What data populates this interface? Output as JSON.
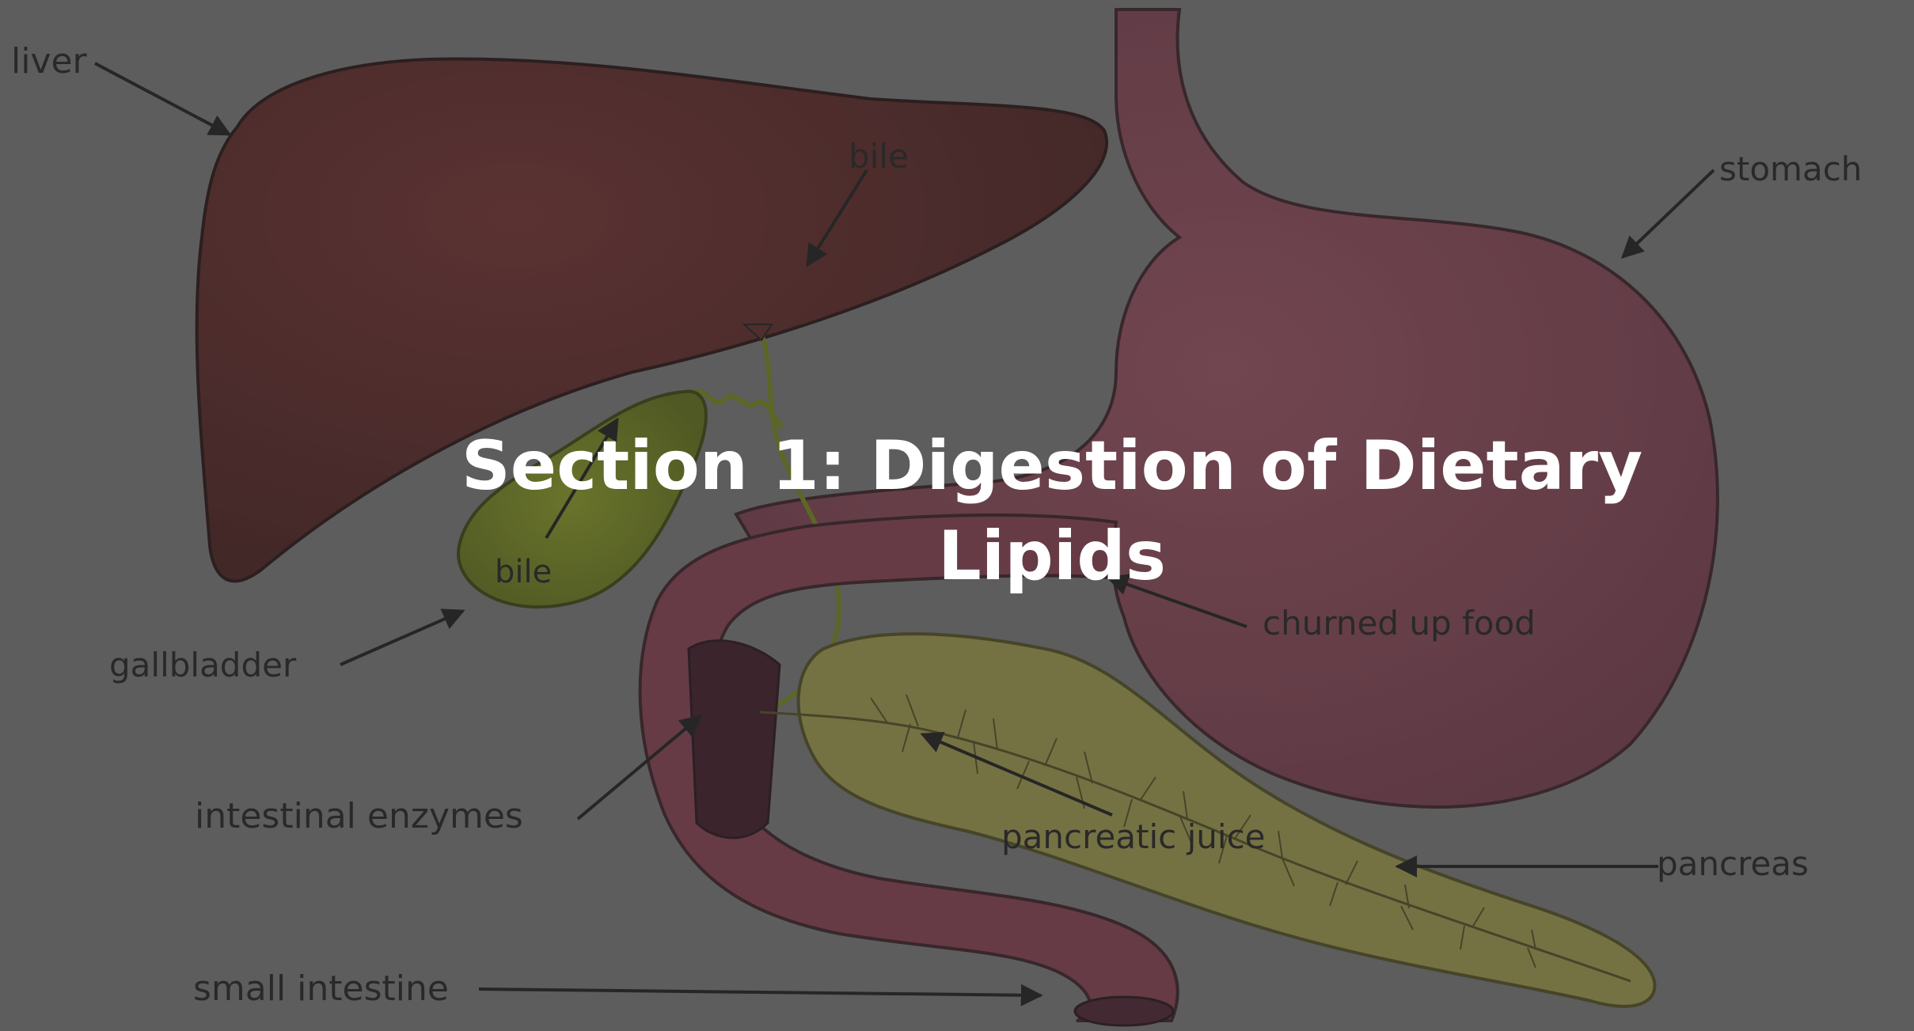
{
  "slide": {
    "title_line1": "Section 1: Digestion of Dietary",
    "title_line2": "Lipids"
  },
  "diagram": {
    "labels": {
      "liver": "liver",
      "bile_top": "bile",
      "bile_gallbladder": "bile",
      "gallbladder": "gallbladder",
      "stomach": "stomach",
      "churned_up_food": "churned up food",
      "intestinal_enzymes": "intestinal enzymes",
      "pancreatic_juice": "pancreatic juice",
      "pancreas": "pancreas",
      "small_intestine": "small intestine"
    }
  },
  "colors": {
    "background": "#5d5d5d",
    "liver": "#4a1c1c",
    "stomach": "#6e3544",
    "intestine": "#6a2f3e",
    "gallbladder": "#5c6a12",
    "pancreas": "#7d7a3a",
    "label_text": "#161616",
    "title_text": "#ffffff"
  }
}
